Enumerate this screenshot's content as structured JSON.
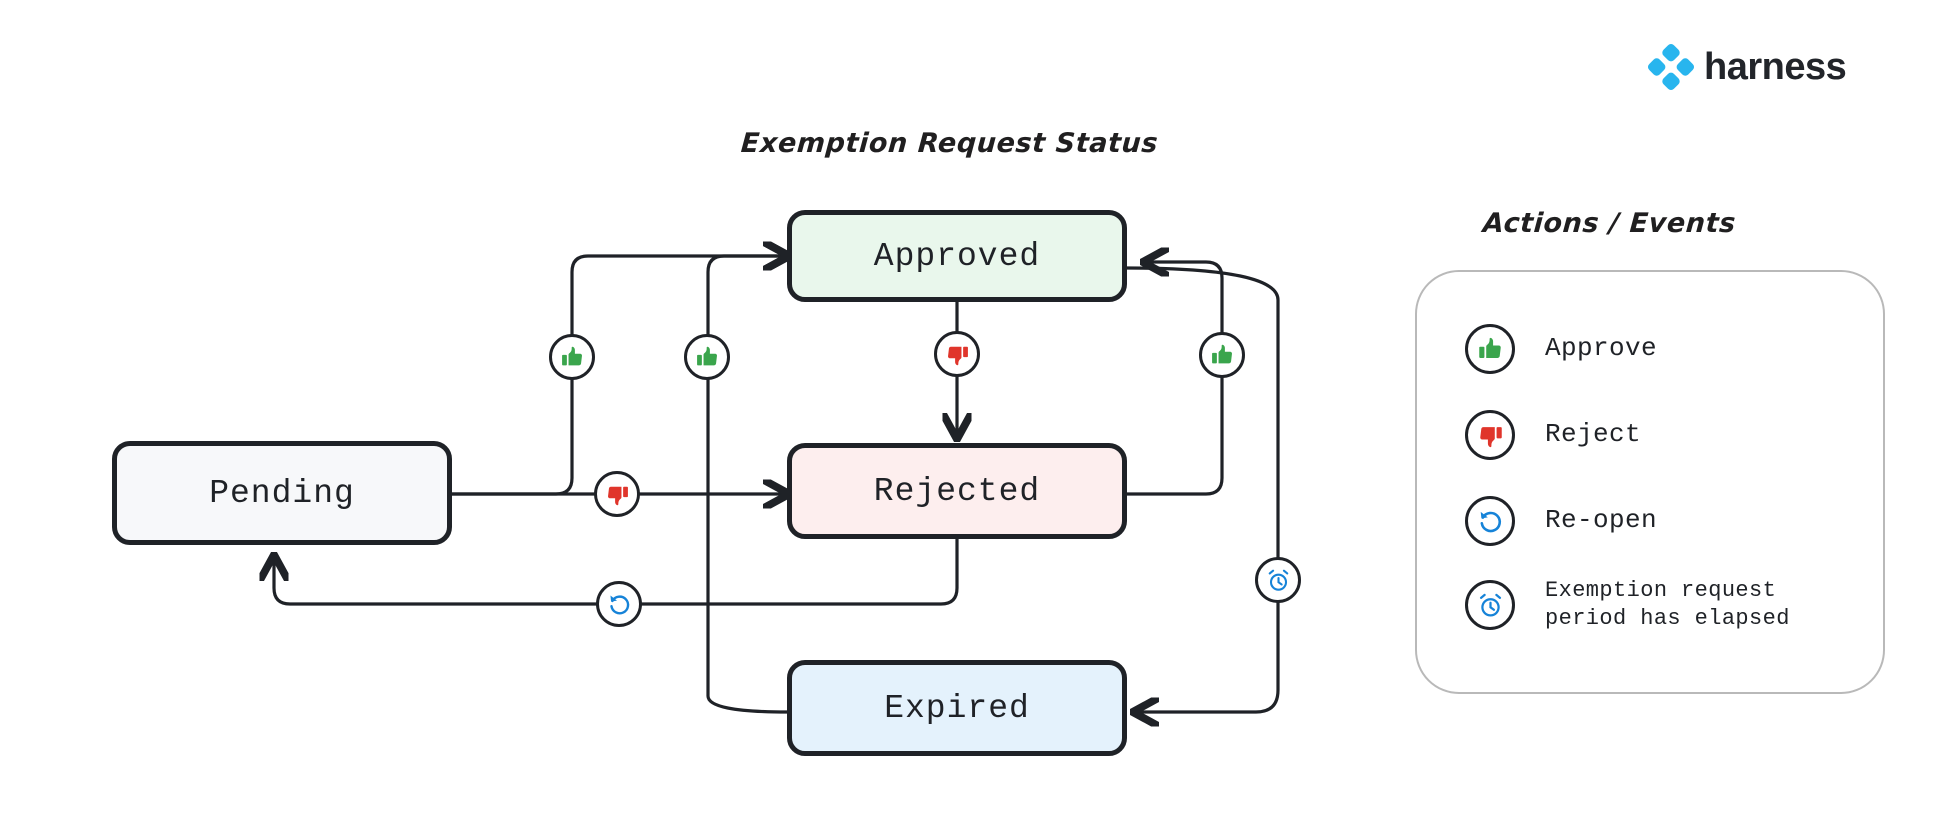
{
  "brand": {
    "name": "harness",
    "logo_icon": "harness-diamond-logo",
    "accent_color": "#28B5EE"
  },
  "diagram": {
    "title": "Exemption Request Status",
    "type": "state-machine",
    "states": [
      {
        "id": "pending",
        "label": "Pending",
        "fill": "#f7f8fa"
      },
      {
        "id": "approved",
        "label": "Approved",
        "fill": "#e9f7ec"
      },
      {
        "id": "rejected",
        "label": "Rejected",
        "fill": "#fdeeee"
      },
      {
        "id": "expired",
        "label": "Expired",
        "fill": "#e4f2fc"
      }
    ],
    "transitions": [
      {
        "from": "pending",
        "to": "approved",
        "action": "approve"
      },
      {
        "from": "pending",
        "to": "rejected",
        "action": "reject"
      },
      {
        "from": "approved",
        "to": "rejected",
        "action": "reject"
      },
      {
        "from": "approved",
        "to": "expired",
        "action": "elapsed"
      },
      {
        "from": "rejected",
        "to": "approved",
        "action": "approve"
      },
      {
        "from": "rejected",
        "to": "pending",
        "action": "reopen"
      },
      {
        "from": "expired",
        "to": "approved",
        "action": "approve"
      }
    ]
  },
  "legend": {
    "title": "Actions / Events",
    "items": [
      {
        "icon": "thumbs-up-icon",
        "label": "Approve",
        "color": "#3aa54c"
      },
      {
        "icon": "thumbs-down-icon",
        "label": "Reject",
        "color": "#e0352b"
      },
      {
        "icon": "reopen-icon",
        "label": "Re-open",
        "color": "#1683d8"
      },
      {
        "icon": "alarm-clock-icon",
        "label": "Exemption request\nperiod has elapsed",
        "color": "#1683d8"
      }
    ]
  }
}
